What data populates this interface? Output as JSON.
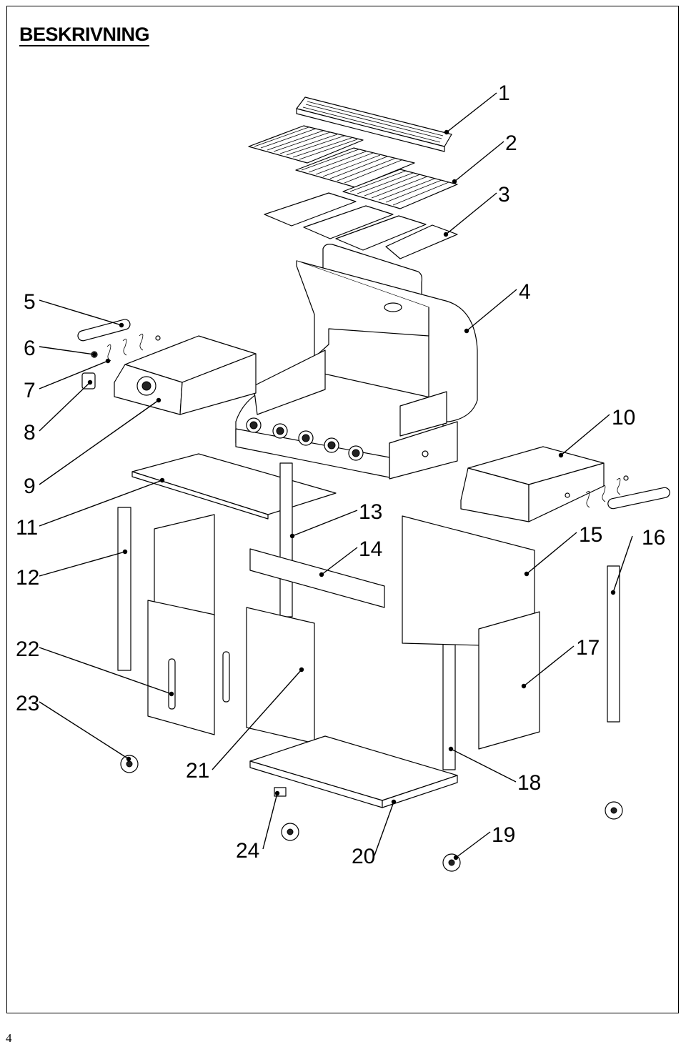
{
  "header": {
    "title": "BESKRIVNING"
  },
  "page_number": "4",
  "callouts": [
    {
      "id": "c1",
      "label": "1"
    },
    {
      "id": "c2",
      "label": "2"
    },
    {
      "id": "c3",
      "label": "3"
    },
    {
      "id": "c4",
      "label": "4"
    },
    {
      "id": "c5",
      "label": "5"
    },
    {
      "id": "c6",
      "label": "6"
    },
    {
      "id": "c7",
      "label": "7"
    },
    {
      "id": "c8",
      "label": "8"
    },
    {
      "id": "c9",
      "label": "9"
    },
    {
      "id": "c10",
      "label": "10"
    },
    {
      "id": "c11",
      "label": "11"
    },
    {
      "id": "c12",
      "label": "12"
    },
    {
      "id": "c13",
      "label": "13"
    },
    {
      "id": "c14",
      "label": "14"
    },
    {
      "id": "c15",
      "label": "15"
    },
    {
      "id": "c16",
      "label": "16"
    },
    {
      "id": "c17",
      "label": "17"
    },
    {
      "id": "c18",
      "label": "18"
    },
    {
      "id": "c19",
      "label": "19"
    },
    {
      "id": "c20",
      "label": "20"
    },
    {
      "id": "c21",
      "label": "21"
    },
    {
      "id": "c22",
      "label": "22"
    },
    {
      "id": "c23",
      "label": "23"
    },
    {
      "id": "c24",
      "label": "24"
    }
  ]
}
